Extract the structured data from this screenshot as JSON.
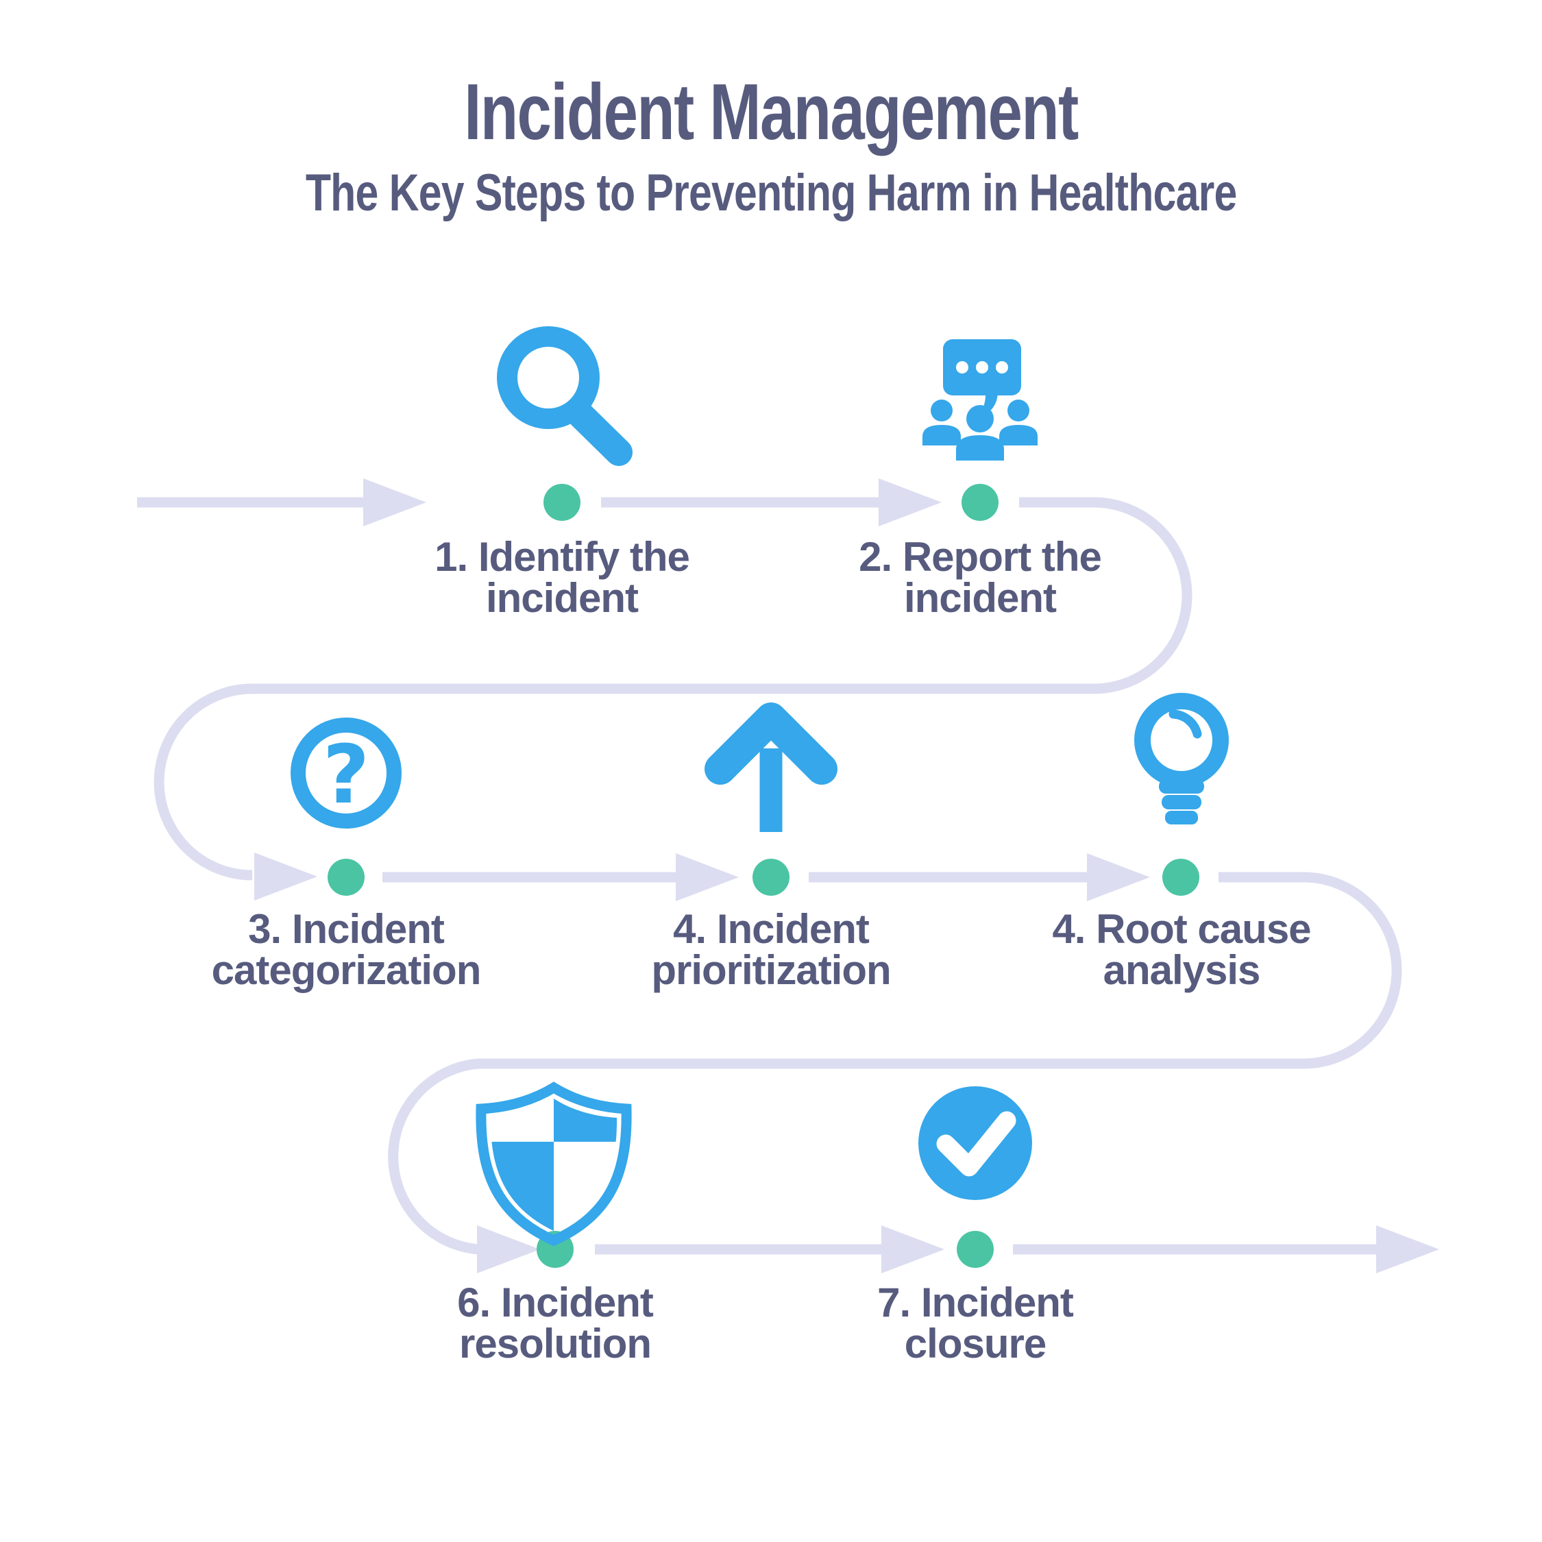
{
  "header": {
    "title": "Incident Management",
    "subtitle": "The Key Steps to Preventing Harm in Healthcare"
  },
  "colors": {
    "accent_blue": "#35A7EA",
    "dot_teal": "#4BC4A3",
    "connector_lavender": "#DCDDF0",
    "text_slate": "#575B7E",
    "background": "#FFFFFF"
  },
  "flow": {
    "direction": "serpentine-left-to-right",
    "row_count": 3,
    "step_count": 7
  },
  "steps": [
    {
      "number": "1",
      "label": "1. Identify the incident",
      "line1": "1. Identify the",
      "line2": "incident",
      "icon": "magnifier-icon"
    },
    {
      "number": "2",
      "label": "2. Report the incident",
      "line1": "2. Report the",
      "line2": "incident",
      "icon": "group-discussion-icon"
    },
    {
      "number": "3",
      "label": "3. Incident categorization",
      "line1": "3. Incident",
      "line2": "categorization",
      "icon": "question-mark-icon"
    },
    {
      "number": "4",
      "label": "4. Incident prioritization",
      "line1": "4. Incident",
      "line2": "prioritization",
      "icon": "up-arrow-icon"
    },
    {
      "number": "4",
      "label": "4. Root cause analysis",
      "line1": "4. Root cause",
      "line2": "analysis",
      "icon": "lightbulb-icon"
    },
    {
      "number": "6",
      "label": "6. Incident resolution",
      "line1": "6. Incident",
      "line2": "resolution",
      "icon": "shield-icon"
    },
    {
      "number": "7",
      "label": "7. Incident closure",
      "line1": "7. Incident",
      "line2": "closure",
      "icon": "check-circle-icon"
    }
  ]
}
